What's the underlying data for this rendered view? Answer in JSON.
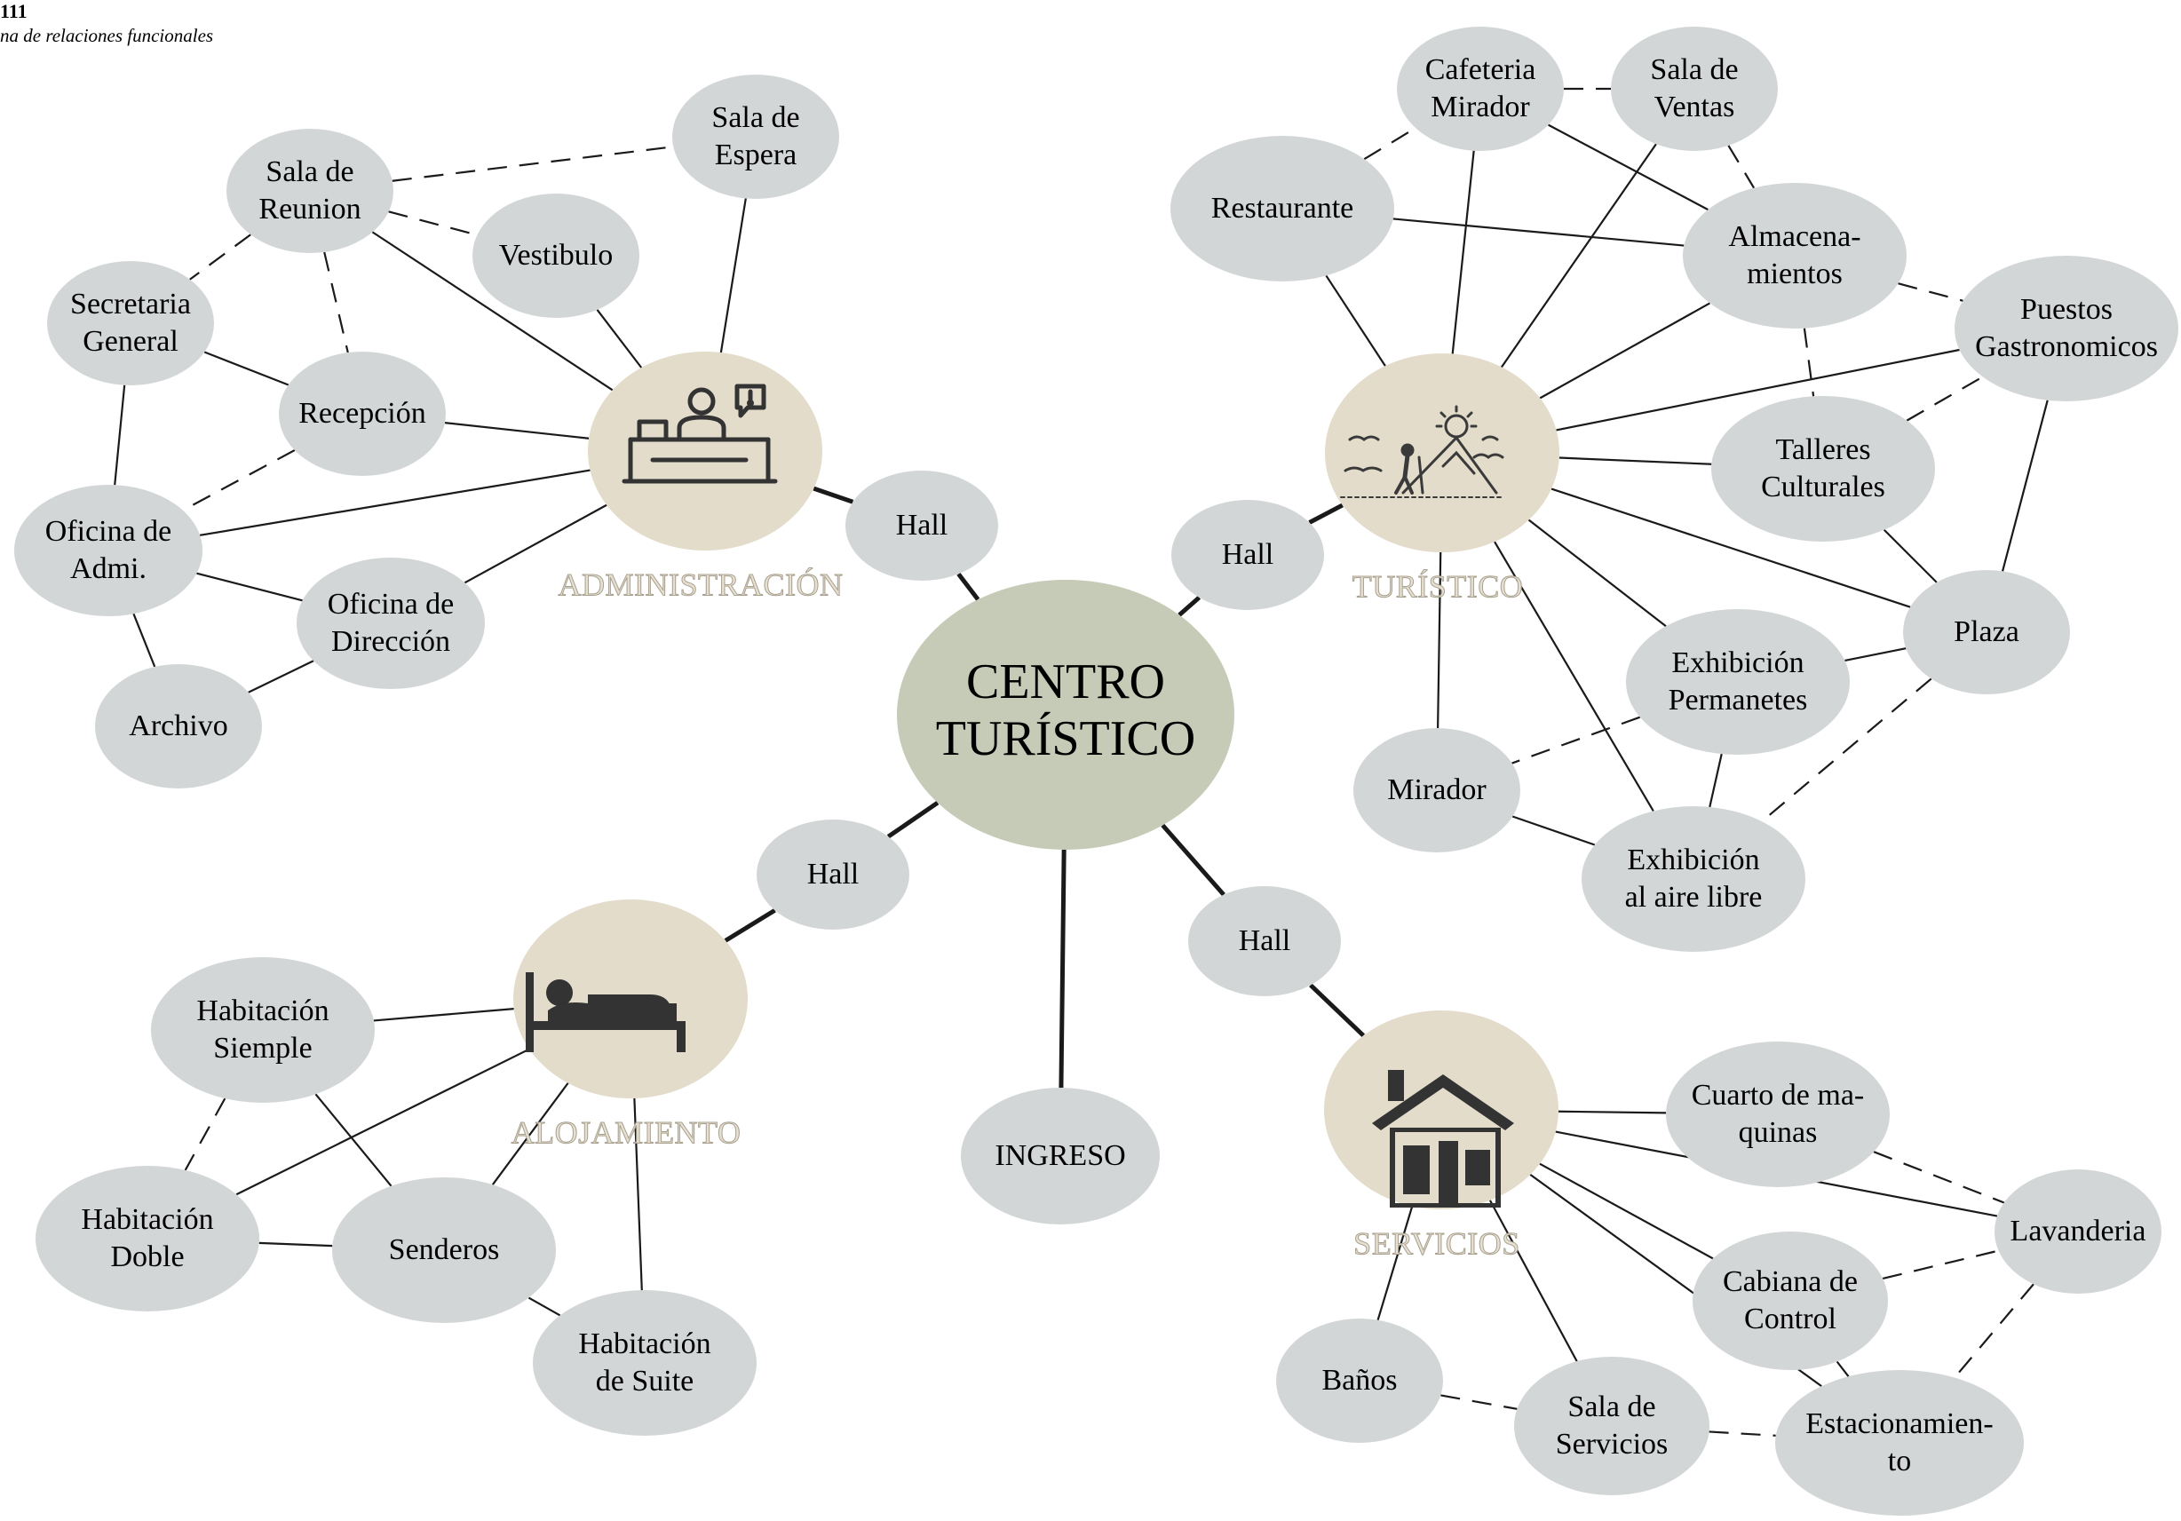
{
  "header": {
    "figure_number": "111",
    "caption": "na de relaciones funcionales"
  },
  "colors": {
    "node_fill": "#d3d6d7",
    "hub_fill": "#e3dccb",
    "center_fill": "#c5cbb6",
    "line": "#1a1a1a",
    "icon": "#333333"
  },
  "center": {
    "lines": [
      "CENTRO",
      "TURÍSTICO"
    ]
  },
  "halls": [
    {
      "id": "hall-admin",
      "label": "Hall"
    },
    {
      "id": "hall-turistico",
      "label": "Hall"
    },
    {
      "id": "hall-alojamiento",
      "label": "Hall"
    },
    {
      "id": "hall-servicios",
      "label": "Hall"
    }
  ],
  "ingreso": {
    "label": "INGRESO"
  },
  "zones": [
    {
      "id": "administracion",
      "label": "ADMINISTRACIÓN",
      "icon": "reception-desk-icon"
    },
    {
      "id": "turistico",
      "label": "TURÍSTICO",
      "icon": "hiker-mountain-icon"
    },
    {
      "id": "alojamiento",
      "label": "ALOJAMIENTO",
      "icon": "bed-icon"
    },
    {
      "id": "servicios",
      "label": "SERVICIOS",
      "icon": "house-tools-icon"
    }
  ],
  "nodes": [
    {
      "id": "sala-espera",
      "lines": [
        "Sala de",
        "Espera"
      ]
    },
    {
      "id": "sala-reunion",
      "lines": [
        "Sala de",
        "Reunion"
      ]
    },
    {
      "id": "vestibulo",
      "lines": [
        "Vestibulo"
      ]
    },
    {
      "id": "secretaria",
      "lines": [
        "Secretaria",
        "General"
      ]
    },
    {
      "id": "recepcion",
      "lines": [
        "Recepción"
      ]
    },
    {
      "id": "oficina-admi",
      "lines": [
        "Oficina de",
        "Admi."
      ]
    },
    {
      "id": "oficina-direccion",
      "lines": [
        "Oficina de",
        "Dirección"
      ]
    },
    {
      "id": "archivo",
      "lines": [
        "Archivo"
      ]
    },
    {
      "id": "cafeteria",
      "lines": [
        "Cafeteria",
        "Mirador"
      ]
    },
    {
      "id": "sala-ventas",
      "lines": [
        "Sala de",
        "Ventas"
      ]
    },
    {
      "id": "restaurante",
      "lines": [
        "Restaurante"
      ]
    },
    {
      "id": "almacenamientos",
      "lines": [
        "Almacena-",
        "mientos"
      ]
    },
    {
      "id": "puestos",
      "lines": [
        "Puestos",
        "Gastronomicos"
      ]
    },
    {
      "id": "talleres",
      "lines": [
        "Talleres",
        "Culturales"
      ]
    },
    {
      "id": "plaza",
      "lines": [
        "Plaza"
      ]
    },
    {
      "id": "exhibicion-perm",
      "lines": [
        "Exhibición",
        "Permanetes"
      ]
    },
    {
      "id": "mirador",
      "lines": [
        "Mirador"
      ]
    },
    {
      "id": "exhibicion-libre",
      "lines": [
        "Exhibición",
        "al aire libre"
      ]
    },
    {
      "id": "hab-simple",
      "lines": [
        "Habitación",
        "Siemple"
      ]
    },
    {
      "id": "hab-doble",
      "lines": [
        "Habitación",
        "Doble"
      ]
    },
    {
      "id": "senderos",
      "lines": [
        "Senderos"
      ]
    },
    {
      "id": "hab-suite",
      "lines": [
        "Habitación",
        "de Suite"
      ]
    },
    {
      "id": "cuarto-maquinas",
      "lines": [
        "Cuarto de ma-",
        "quinas"
      ]
    },
    {
      "id": "lavanderia",
      "lines": [
        "Lavanderia"
      ]
    },
    {
      "id": "cabina-control",
      "lines": [
        "Cabiana de",
        "Control"
      ]
    },
    {
      "id": "banos",
      "lines": [
        "Baños"
      ]
    },
    {
      "id": "sala-servicios",
      "lines": [
        "Sala de",
        "Servicios"
      ]
    },
    {
      "id": "estacionamiento",
      "lines": [
        "Estacionamien-",
        "to"
      ]
    }
  ],
  "edges": [
    {
      "from": "center",
      "to": "hall-admin",
      "style": "thick"
    },
    {
      "from": "center",
      "to": "hall-turistico",
      "style": "thick"
    },
    {
      "from": "center",
      "to": "hall-alojamiento",
      "style": "thick"
    },
    {
      "from": "center",
      "to": "hall-servicios",
      "style": "thick"
    },
    {
      "from": "center",
      "to": "ingreso",
      "style": "thick"
    },
    {
      "from": "hall-admin",
      "to": "administracion",
      "style": "thick"
    },
    {
      "from": "hall-turistico",
      "to": "turistico",
      "style": "thick"
    },
    {
      "from": "hall-alojamiento",
      "to": "alojamiento",
      "style": "thick"
    },
    {
      "from": "hall-servicios",
      "to": "servicios",
      "style": "thick"
    },
    {
      "from": "administracion",
      "to": "sala-espera",
      "style": "solid"
    },
    {
      "from": "administracion",
      "to": "vestibulo",
      "style": "solid"
    },
    {
      "from": "administracion",
      "to": "sala-reunion",
      "style": "solid"
    },
    {
      "from": "administracion",
      "to": "recepcion",
      "style": "solid"
    },
    {
      "from": "administracion",
      "to": "oficina-admi",
      "style": "solid"
    },
    {
      "from": "administracion",
      "to": "oficina-direccion",
      "style": "solid"
    },
    {
      "from": "sala-reunion",
      "to": "sala-espera",
      "style": "dashed"
    },
    {
      "from": "sala-reunion",
      "to": "vestibulo",
      "style": "dashed"
    },
    {
      "from": "sala-reunion",
      "to": "secretaria",
      "style": "dashed"
    },
    {
      "from": "sala-reunion",
      "to": "recepcion",
      "style": "dashed"
    },
    {
      "from": "secretaria",
      "to": "recepcion",
      "style": "solid"
    },
    {
      "from": "secretaria",
      "to": "oficina-admi",
      "style": "solid"
    },
    {
      "from": "recepcion",
      "to": "oficina-admi",
      "style": "dashed"
    },
    {
      "from": "oficina-admi",
      "to": "oficina-direccion",
      "style": "solid"
    },
    {
      "from": "oficina-admi",
      "to": "archivo",
      "style": "solid"
    },
    {
      "from": "oficina-direccion",
      "to": "archivo",
      "style": "solid"
    },
    {
      "from": "turistico",
      "to": "restaurante",
      "style": "solid"
    },
    {
      "from": "turistico",
      "to": "cafeteria",
      "style": "solid"
    },
    {
      "from": "turistico",
      "to": "sala-ventas",
      "style": "solid"
    },
    {
      "from": "turistico",
      "to": "almacenamientos",
      "style": "solid"
    },
    {
      "from": "turistico",
      "to": "puestos",
      "style": "solid"
    },
    {
      "from": "turistico",
      "to": "talleres",
      "style": "solid"
    },
    {
      "from": "turistico",
      "to": "plaza",
      "style": "solid"
    },
    {
      "from": "turistico",
      "to": "exhibicion-perm",
      "style": "solid"
    },
    {
      "from": "turistico",
      "to": "mirador",
      "style": "solid"
    },
    {
      "from": "turistico",
      "to": "exhibicion-libre",
      "style": "solid"
    },
    {
      "from": "restaurante",
      "to": "cafeteria",
      "style": "dashed"
    },
    {
      "from": "restaurante",
      "to": "almacenamientos",
      "style": "solid"
    },
    {
      "from": "cafeteria",
      "to": "sala-ventas",
      "style": "dashed"
    },
    {
      "from": "cafeteria",
      "to": "almacenamientos",
      "style": "solid"
    },
    {
      "from": "sala-ventas",
      "to": "almacenamientos",
      "style": "dashed"
    },
    {
      "from": "almacenamientos",
      "to": "puestos",
      "style": "dashed"
    },
    {
      "from": "almacenamientos",
      "to": "talleres",
      "style": "dashed"
    },
    {
      "from": "talleres",
      "to": "puestos",
      "style": "dashed"
    },
    {
      "from": "talleres",
      "to": "plaza",
      "style": "solid"
    },
    {
      "from": "puestos",
      "to": "plaza",
      "style": "solid"
    },
    {
      "from": "plaza",
      "to": "exhibicion-perm",
      "style": "solid"
    },
    {
      "from": "plaza",
      "to": "exhibicion-libre",
      "style": "dashed"
    },
    {
      "from": "exhibicion-perm",
      "to": "mirador",
      "style": "dashed"
    },
    {
      "from": "exhibicion-perm",
      "to": "exhibicion-libre",
      "style": "solid"
    },
    {
      "from": "mirador",
      "to": "exhibicion-libre",
      "style": "solid"
    },
    {
      "from": "alojamiento",
      "to": "hab-simple",
      "style": "solid"
    },
    {
      "from": "alojamiento",
      "to": "hab-doble",
      "style": "solid"
    },
    {
      "from": "alojamiento",
      "to": "senderos",
      "style": "solid"
    },
    {
      "from": "alojamiento",
      "to": "hab-suite",
      "style": "solid"
    },
    {
      "from": "hab-simple",
      "to": "hab-doble",
      "style": "dashed"
    },
    {
      "from": "hab-simple",
      "to": "senderos",
      "style": "solid"
    },
    {
      "from": "hab-doble",
      "to": "senderos",
      "style": "solid"
    },
    {
      "from": "senderos",
      "to": "hab-suite",
      "style": "solid"
    },
    {
      "from": "servicios",
      "to": "cuarto-maquinas",
      "style": "solid"
    },
    {
      "from": "servicios",
      "to": "lavanderia",
      "style": "solid"
    },
    {
      "from": "servicios",
      "to": "cabina-control",
      "style": "solid"
    },
    {
      "from": "servicios",
      "to": "banos",
      "style": "solid"
    },
    {
      "from": "servicios",
      "to": "sala-servicios",
      "style": "solid"
    },
    {
      "from": "servicios",
      "to": "estacionamiento",
      "style": "solid"
    },
    {
      "from": "cuarto-maquinas",
      "to": "lavanderia",
      "style": "dashed"
    },
    {
      "from": "cabina-control",
      "to": "lavanderia",
      "style": "dashed"
    },
    {
      "from": "cabina-control",
      "to": "estacionamiento",
      "style": "solid"
    },
    {
      "from": "lavanderia",
      "to": "estacionamiento",
      "style": "dashed"
    },
    {
      "from": "banos",
      "to": "sala-servicios",
      "style": "dashed"
    },
    {
      "from": "sala-servicios",
      "to": "estacionamiento",
      "style": "dashed"
    }
  ]
}
